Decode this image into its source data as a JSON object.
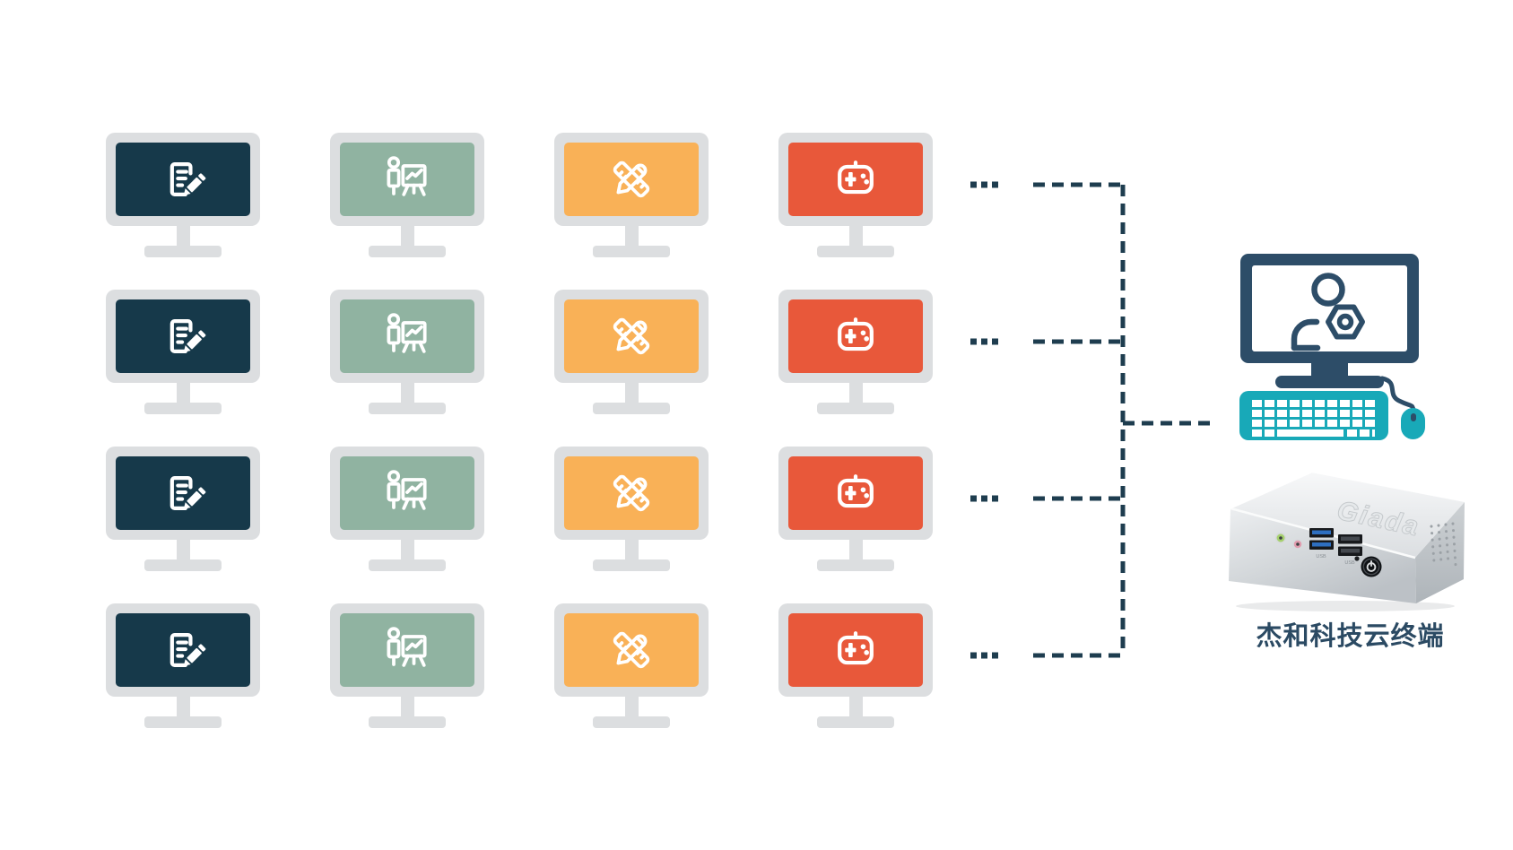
{
  "colors": {
    "background": "#ffffff",
    "monitor_frame": "#dcdee0",
    "screen_document": "#16394a",
    "screen_presentation": "#90b3a1",
    "screen_design": "#f9b157",
    "screen_game": "#e8583a",
    "connector": "#1e3d4f",
    "terminal_navy": "#2d4d68",
    "terminal_teal": "#18a9b8",
    "label_text": "#2b4a63"
  },
  "grid": {
    "row_count": 4,
    "ellipsis": "...",
    "columns": [
      {
        "icon": "document-edit-icon",
        "color_key": "screen_document"
      },
      {
        "icon": "presentation-chart-icon",
        "color_key": "screen_presentation"
      },
      {
        "icon": "ruler-pencil-icon",
        "color_key": "screen_design"
      },
      {
        "icon": "gamepad-icon",
        "color_key": "screen_game"
      }
    ]
  },
  "terminal": {
    "label": "杰和科技云终端",
    "screen_icon": "user-gear-icon",
    "device_logo": "Giada",
    "usb_labels": [
      "USB",
      "USB"
    ]
  }
}
